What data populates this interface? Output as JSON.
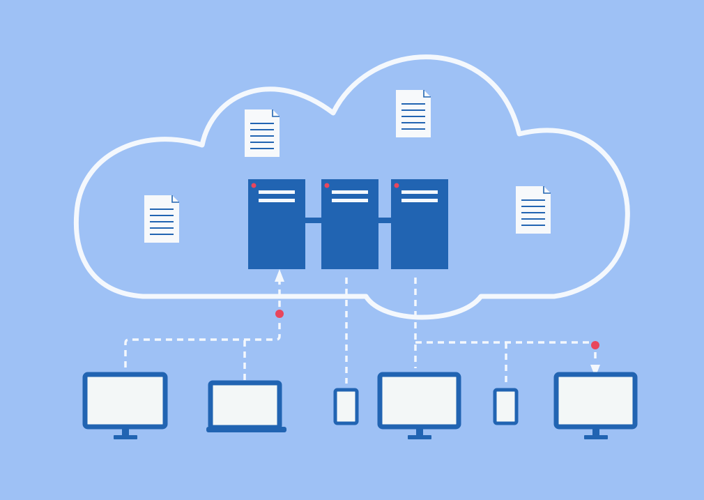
{
  "diagram": {
    "colors": {
      "background": "#9ec1f5",
      "cloud_outline": "#f4f8fd",
      "server": "#2164b2",
      "device_frame": "#2164b2",
      "screen": "#f3f7f7",
      "connector": "#f4f8fd",
      "indicator": "#e8465d",
      "document_paper": "#f7f9fb",
      "document_lines": "#2164b2"
    },
    "cloud": {
      "icon": "cloud-outline"
    },
    "servers": [
      {
        "name": "server-1",
        "icon": "server-rack",
        "status_light": true
      },
      {
        "name": "server-2",
        "icon": "server-rack",
        "status_light": true
      },
      {
        "name": "server-3",
        "icon": "server-rack",
        "status_light": true
      }
    ],
    "documents": [
      {
        "name": "document-1",
        "icon": "file-text"
      },
      {
        "name": "document-2",
        "icon": "file-text"
      },
      {
        "name": "document-3",
        "icon": "file-text"
      },
      {
        "name": "document-4",
        "icon": "file-text"
      }
    ],
    "devices": [
      {
        "name": "desktop-1",
        "icon": "desktop-monitor"
      },
      {
        "name": "laptop",
        "icon": "laptop"
      },
      {
        "name": "phone-1",
        "icon": "smartphone"
      },
      {
        "name": "desktop-2",
        "icon": "desktop-monitor"
      },
      {
        "name": "phone-2",
        "icon": "smartphone"
      },
      {
        "name": "desktop-3",
        "icon": "desktop-monitor"
      }
    ],
    "connections": [
      {
        "name": "desktop-laptop-to-server-1",
        "style": "dashed",
        "direction": "up",
        "indicator": true
      },
      {
        "name": "server-2-to-phone-1",
        "style": "dashed",
        "direction": "none",
        "indicator": false
      },
      {
        "name": "server-3-to-desktop-2",
        "style": "dashed",
        "direction": "none",
        "indicator": false
      },
      {
        "name": "server-3-to-phone-2-desktop-3",
        "style": "dashed",
        "direction": "down",
        "indicator": true
      }
    ]
  }
}
